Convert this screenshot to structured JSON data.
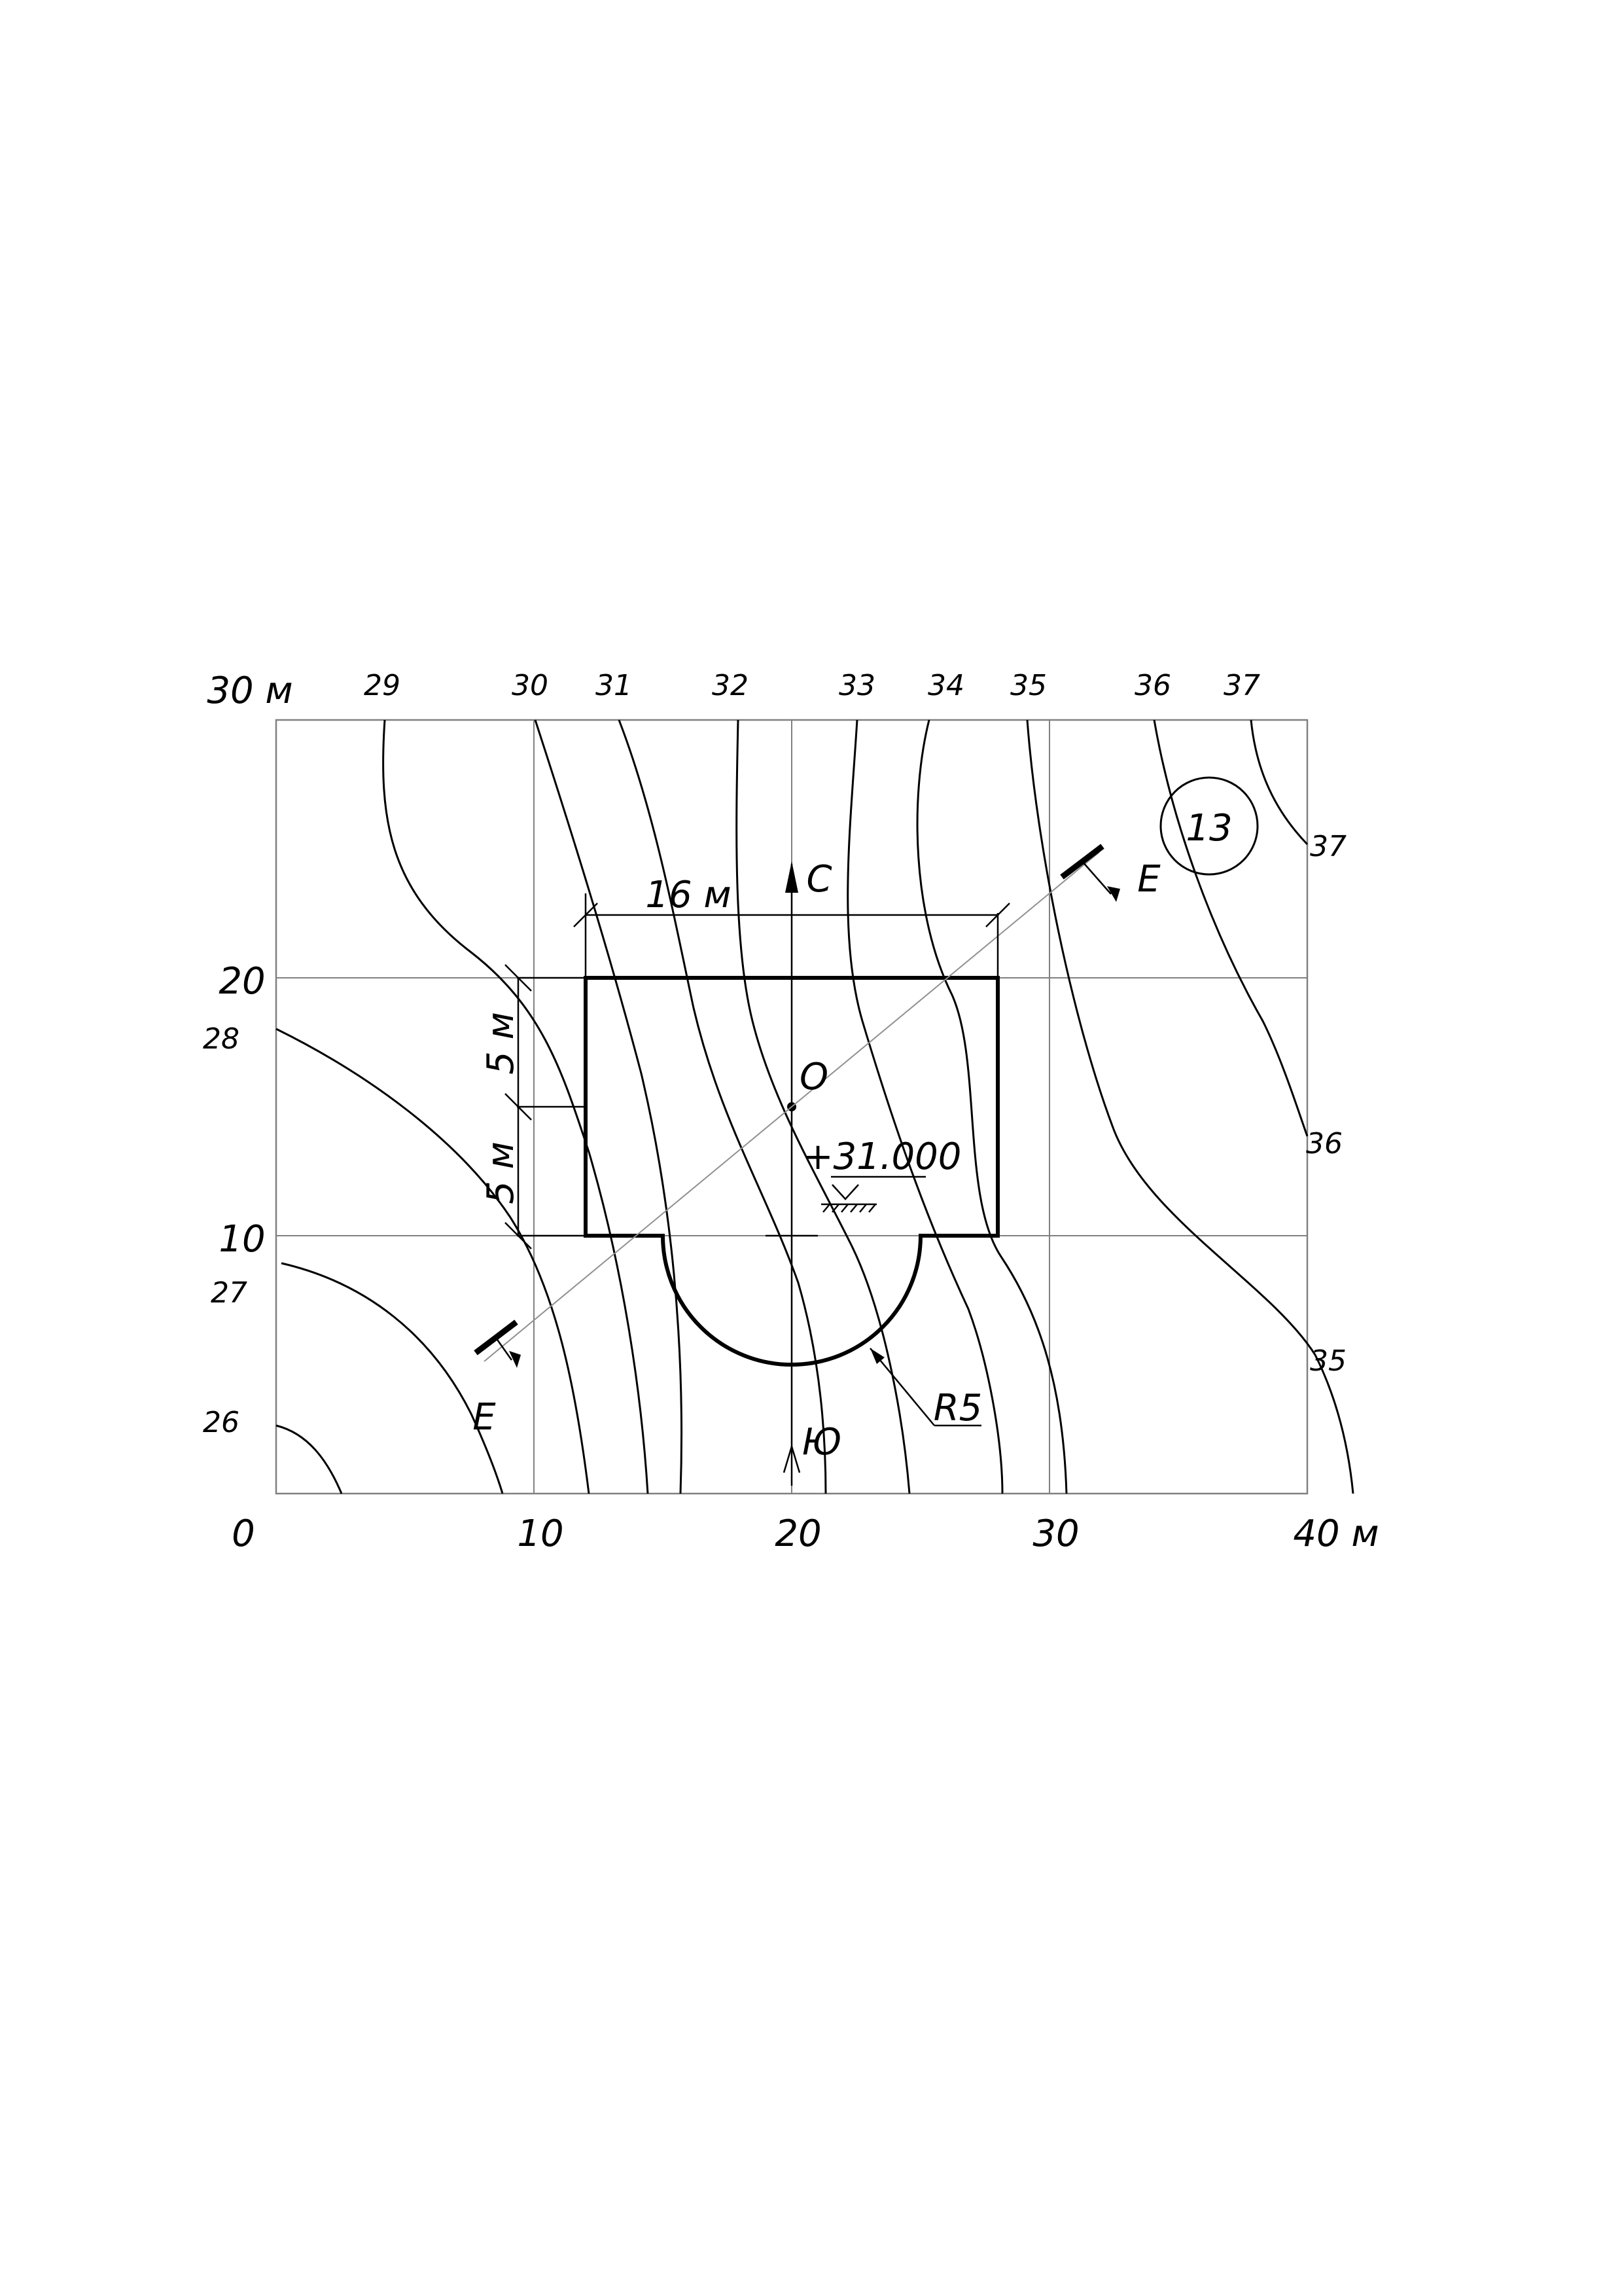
{
  "sheet": {
    "badge_number": "13",
    "x_axis_labels": [
      "0",
      "10",
      "20",
      "30",
      "40 м"
    ],
    "y_axis_labels": [
      "10",
      "20",
      "30 м"
    ],
    "contour_labels": {
      "top": [
        "29",
        "30",
        "31",
        "32",
        "33",
        "34",
        "35",
        "36",
        "37"
      ],
      "right": [
        "37",
        "36",
        "35"
      ],
      "left": [
        "28",
        "27",
        "26"
      ]
    },
    "dimensions": {
      "width": "16 м",
      "upper_offset": "5 м",
      "lower_offset": "5 м",
      "radius": "R5"
    },
    "elevation": "+31.000",
    "point_label": "О",
    "north_label": "С",
    "south_label": "Ю",
    "section_label_top": "Е",
    "section_label_bottom": "Е"
  }
}
